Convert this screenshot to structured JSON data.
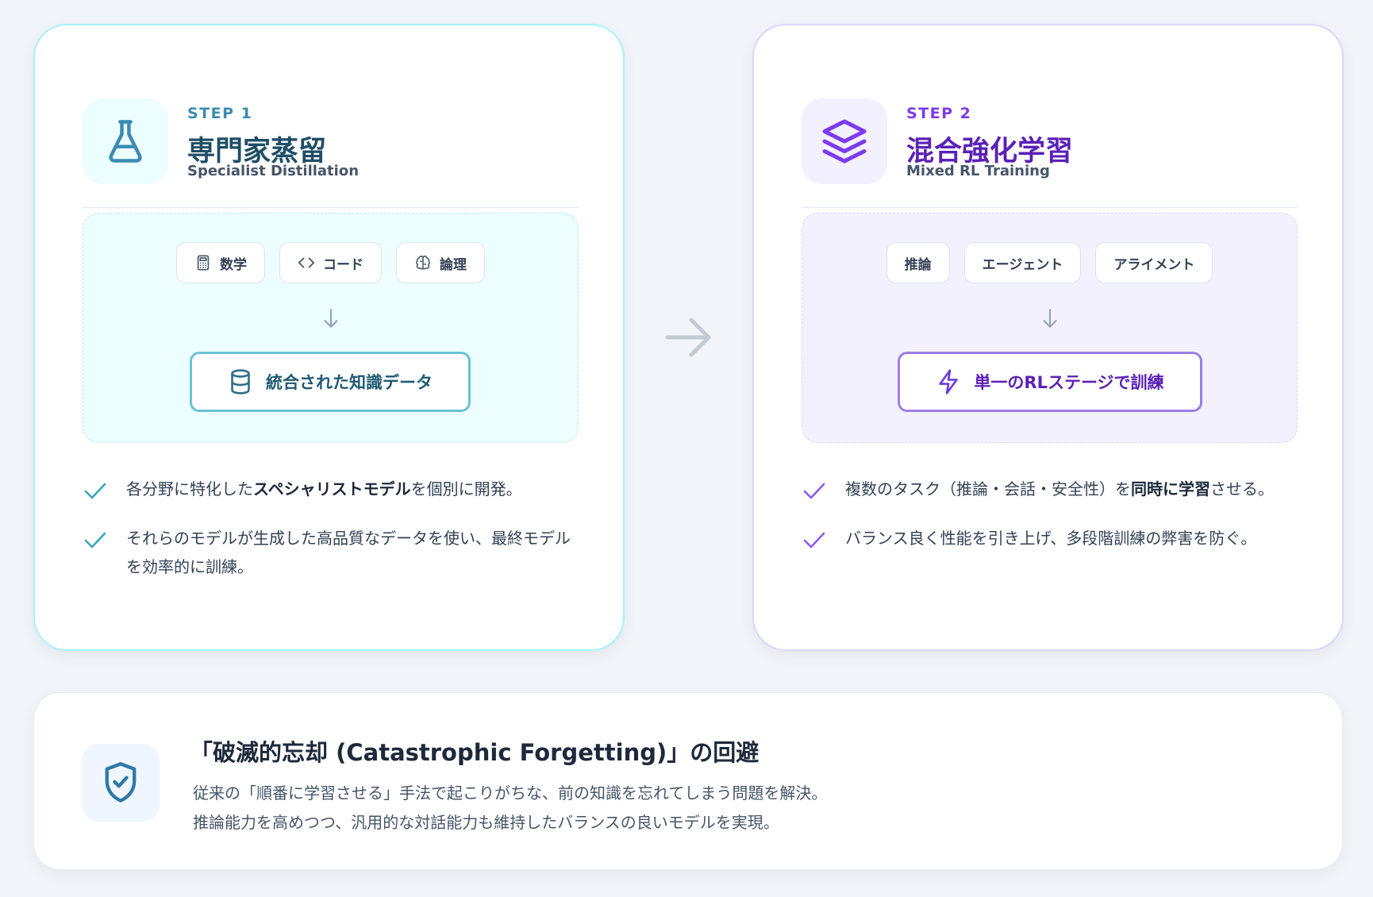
{
  "step1": {
    "step_label": "STEP 1",
    "title": "専門家蒸留",
    "subtitle": "Specialist Distillation",
    "icon": "flask-icon",
    "accent": "#3b8bb1",
    "chips": [
      {
        "label": "数学",
        "icon": "calculator-icon"
      },
      {
        "label": "コード",
        "icon": "code-icon"
      },
      {
        "label": "論理",
        "icon": "brain-icon"
      }
    ],
    "result": {
      "label": "統合された知識データ",
      "icon": "database-icon"
    },
    "bullets": [
      {
        "pre": "各分野に特化した",
        "strong": "スペシャリストモデル",
        "post": "を個別に開発。"
      },
      {
        "pre": "それらのモデルが生成した高品質なデータを使い、最終モデルを効率的に訓練。",
        "strong": "",
        "post": ""
      }
    ]
  },
  "step2": {
    "step_label": "STEP 2",
    "title": "混合強化学習",
    "subtitle": "Mixed RL Training",
    "icon": "layers-icon",
    "accent": "#7c3aed",
    "chips": [
      {
        "label": "推論"
      },
      {
        "label": "エージェント"
      },
      {
        "label": "アライメント"
      }
    ],
    "result": {
      "label": "単一のRLステージで訓練",
      "icon": "lightning-icon"
    },
    "bullets": [
      {
        "pre": "複数のタスク（推論・会話・安全性）を",
        "strong": "同時に学習",
        "post": "させる。"
      },
      {
        "pre": "バランス良く性能を引き上げ、多段階訓練の弊害を防ぐ。",
        "strong": "",
        "post": ""
      }
    ]
  },
  "note": {
    "icon": "shield-check-icon",
    "title": "「破滅的忘却 (Catastrophic Forgetting)」の回避",
    "lines": [
      "従来の「順番に学習させる」手法で起こりがちな、前の知識を忘れてしまう問題を解決。",
      "推論能力を高めつつ、汎用的な対話能力も維持したバランスの良いモデルを実現。"
    ]
  }
}
